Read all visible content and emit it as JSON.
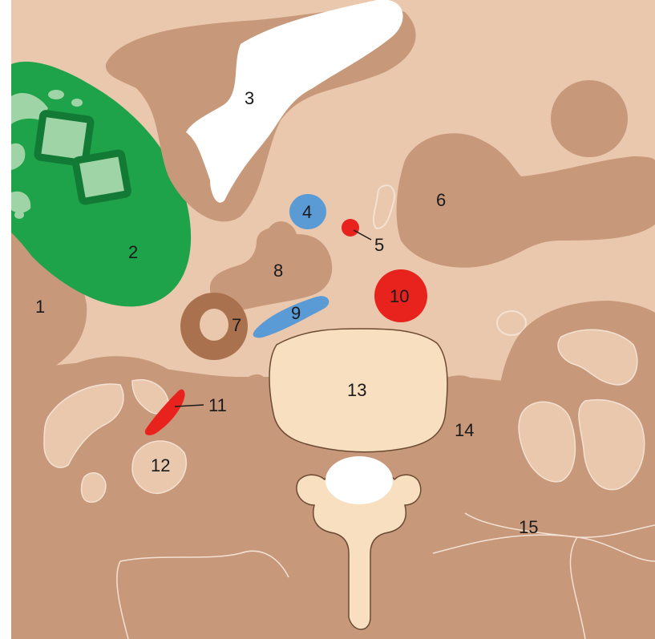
{
  "labels": {
    "l1": "1",
    "l2": "2",
    "l3": "3",
    "l4": "4",
    "l5": "5",
    "l6": "6",
    "l7": "7",
    "l8": "8",
    "l9": "9",
    "l10": "10",
    "l11": "11",
    "l12": "12",
    "l13": "13",
    "l14": "14",
    "l15": "15"
  },
  "colors": {
    "background": "#EAC8AD",
    "organ": "#C8987A",
    "organ_dark": "#A9714D",
    "outline": "#F3E2D4",
    "green": "#1FA34A",
    "green_dark": "#137A35",
    "green_light": "#9FD5A6",
    "blue": "#5B9BD5",
    "red": "#E8231E",
    "bone": "#F8DFBF",
    "white": "#FFFFFF"
  }
}
